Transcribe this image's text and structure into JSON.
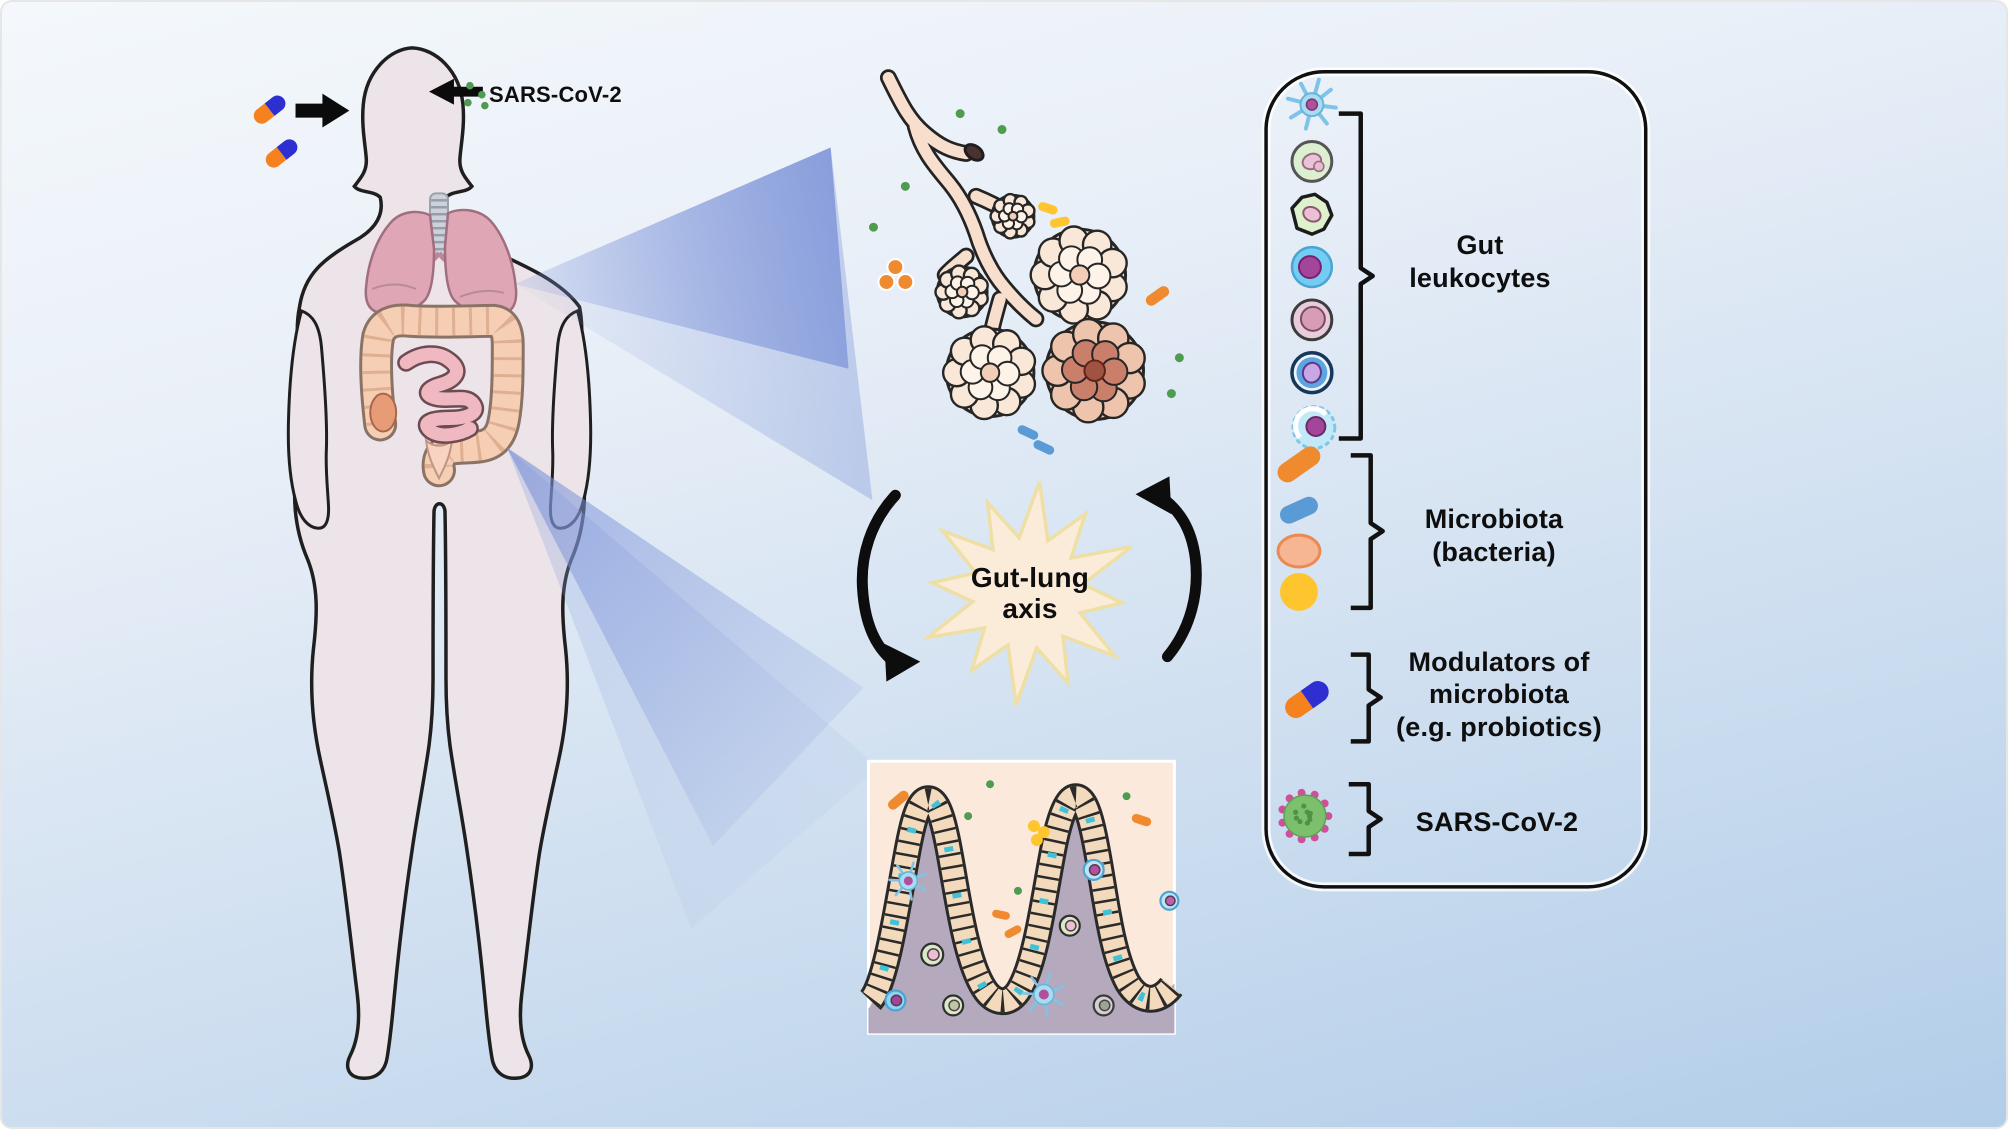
{
  "annotations": {
    "sars_label": "SARS-CoV-2"
  },
  "axis_badge": {
    "lines": [
      "Gut-lung",
      "axis"
    ]
  },
  "legend": {
    "items": [
      {
        "id": "gut-leukocytes",
        "lines": [
          "Gut",
          "leukocytes"
        ],
        "icons": [
          "dendritic-cell-icon",
          "eosinophil-icon",
          "macrophage-icon",
          "lymphocyte-icon",
          "monocyte-icon",
          "b-cell-icon",
          "activated-lymphocyte-icon"
        ]
      },
      {
        "id": "microbiota",
        "lines": [
          "Microbiota",
          "(bacteria)"
        ],
        "icons": [
          "orange-bacillus-icon",
          "blue-bacillus-icon",
          "salmon-coccus-icon",
          "yellow-coccus-icon"
        ]
      },
      {
        "id": "modulators",
        "lines": [
          "Modulators of",
          "microbiota",
          "(e.g. probiotics)"
        ],
        "icons": [
          "probiotic-pill-icon"
        ]
      },
      {
        "id": "sars-cov-2",
        "lines": [
          "SARS-CoV-2"
        ],
        "icons": [
          "coronavirus-icon"
        ]
      }
    ]
  },
  "colors": {
    "bgTop": "#f4f8fc",
    "bgBottom": "#b2cde9",
    "textColor": "#0e0e0e",
    "outline": "#1f1f1f",
    "bodyFill": "#ece4e8",
    "lungPink": "#dfa6b6",
    "lungEdge": "#a06e7e",
    "colonPeach": "#f6ceb3",
    "colonEdge": "#8a7264",
    "ileumPink": "#f0b9c2",
    "ileumEdge": "#6d4b52",
    "beamBlue": "#7b92d8",
    "starFill": "#fbebd9",
    "starEdge": "#eedfa4",
    "bacOrange": "#ef8a2e",
    "bacBlue": "#5b9bd5",
    "bacSalmon": "#f6b693",
    "bacSalmonEdge": "#ea8a52",
    "bacYellow": "#fec52e",
    "pillBlue": "#2e2fd0",
    "pillOrange": "#f5821f",
    "virusGreen": "#7cc06e",
    "virusSpike": "#cf4f9b",
    "tubePeach": "#f8decd",
    "sacFill": "#f9e7d7",
    "inflamedFill": "#c97f69",
    "mucosa": "#b5a9bd",
    "lumen": "#fbe9dc",
    "epithelium": "#f3dabd",
    "goblet": "#3fc1d8"
  }
}
